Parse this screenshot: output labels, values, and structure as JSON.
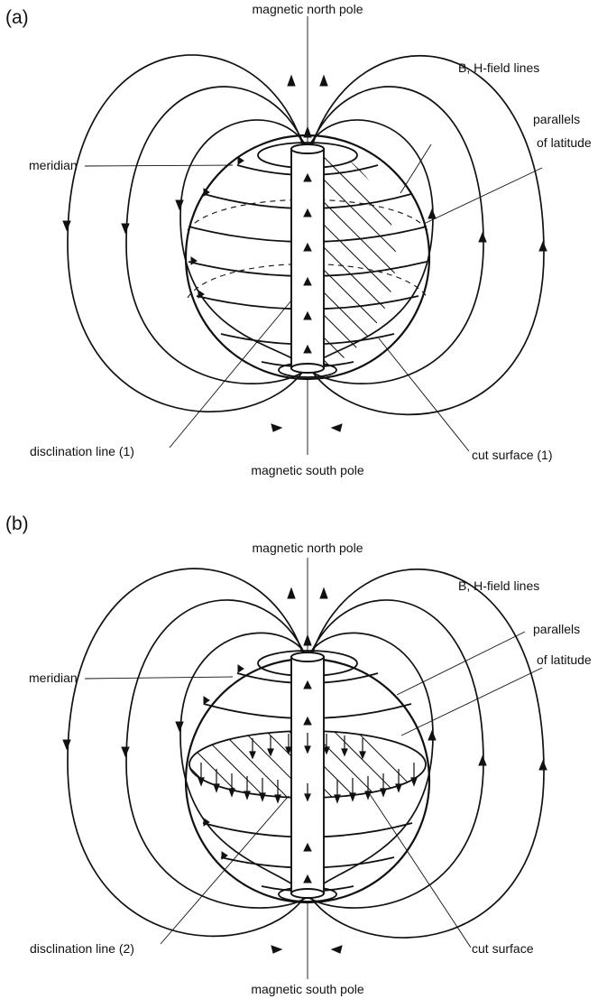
{
  "panels": [
    {
      "id": "a",
      "label": "(a)",
      "north_pole": "magnetic north pole",
      "south_pole": "magnetic south pole",
      "field_lines": "B, H-field lines",
      "parallels_1": "parallels",
      "parallels_2": "of latitude",
      "meridian": "meridian",
      "disclination": "disclination line (1)",
      "cut_surface": "cut surface (1)"
    },
    {
      "id": "b",
      "label": "(b)",
      "north_pole": "magnetic north pole",
      "south_pole": "magnetic south pole",
      "field_lines": "B, H-field lines",
      "parallels_1": "parallels",
      "parallels_2": "of latitude",
      "meridian": "meridian",
      "disclination": "disclination line (2)",
      "cut_surface": "cut surface"
    }
  ]
}
